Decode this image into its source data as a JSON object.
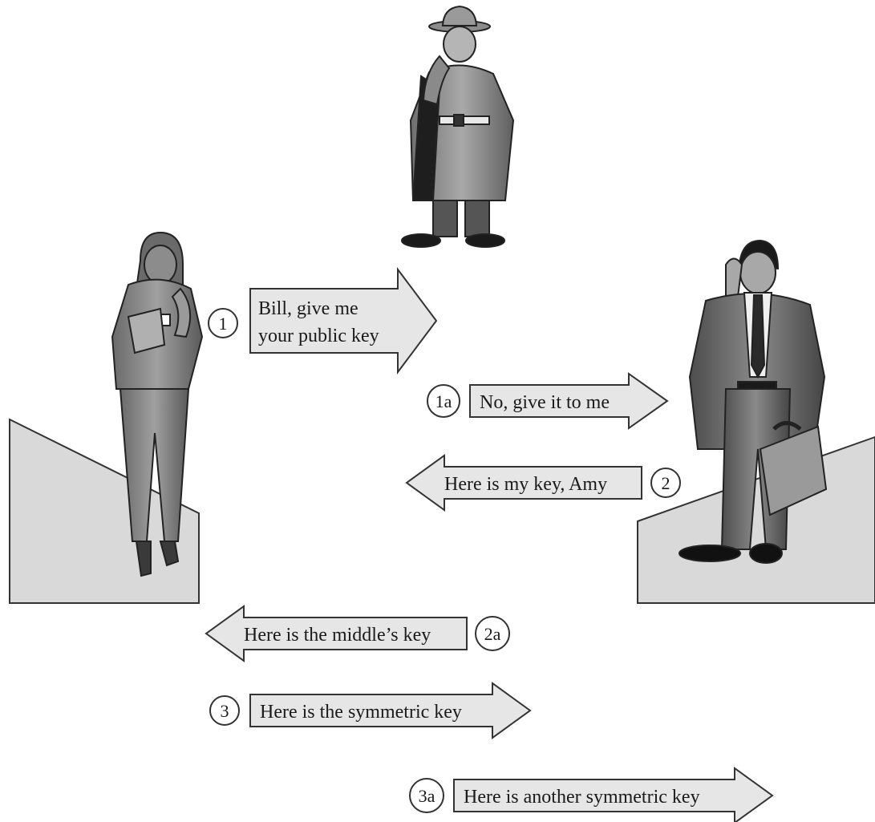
{
  "messages": [
    {
      "step": "1",
      "lines": [
        "Bill, give me",
        "your public key"
      ]
    },
    {
      "step": "1a",
      "lines": [
        "No, give it to me"
      ]
    },
    {
      "step": "2",
      "lines": [
        "Here is my key, Amy"
      ]
    },
    {
      "step": "2a",
      "lines": [
        "Here is the middle’s key"
      ]
    },
    {
      "step": "3",
      "lines": [
        "Here is the symmetric key"
      ]
    },
    {
      "step": "3a",
      "lines": [
        "Here is another symmetric key"
      ]
    }
  ]
}
